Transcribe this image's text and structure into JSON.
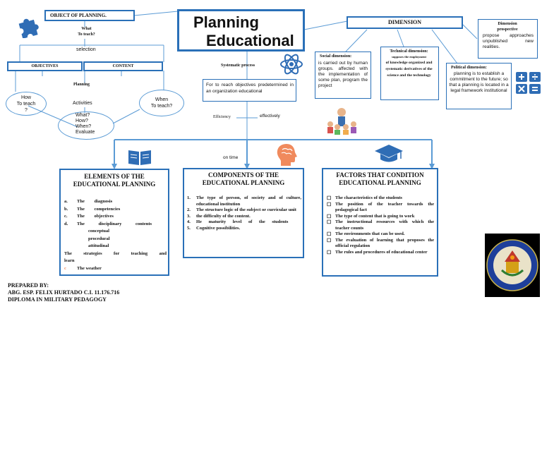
{
  "title": {
    "line1": "Planning",
    "line2": "Educational"
  },
  "object": {
    "heading": "OBJECT OF PLANNING.",
    "question": "What\nTo teach?",
    "selection": "selection",
    "objectives": "OBJECTIVES",
    "content": "CONTENT",
    "planning": "Planning",
    "how": "How\nTo teach\n?",
    "activities": "Activities",
    "when": "When\nTo teach?",
    "summary": "What?\nHow?\nWhen?\nEvaluate"
  },
  "center": {
    "systematic": "Systematic process",
    "purpose": "For to reach objectives predetermined in an organization educational",
    "efficiency": "Efficiency",
    "effectively": "effectively",
    "on_time": "on time"
  },
  "dimension": {
    "heading": "DIMENSION",
    "prospective": {
      "title": "Dimension prospective",
      "text": "propose approaches unpublished new realities."
    },
    "social": {
      "title": "Social dimension:",
      "text": "is carried out by human groups. affected with the implementation of some plan, program the project"
    },
    "technical": {
      "title": "Technical dimension:",
      "subtitle": "supposes the employment",
      "text": "of knowledge organized and systematic derivatives of the science and the technology"
    },
    "political": {
      "title": "Political dimension:",
      "text": "planning is to establish a commitment to the future; so that a planning is located in a legal framework institutional"
    }
  },
  "elements": {
    "title": "ELEMENTS OF THE EDUCATIONAL PLANNING",
    "items": [
      {
        "marker": "a.",
        "text": "The diagnosis"
      },
      {
        "marker": "b.",
        "text": "The competencies"
      },
      {
        "marker": "c.",
        "text": "The objectives"
      },
      {
        "marker": "d.",
        "text": "The disciplinary contents"
      }
    ],
    "sub_items": [
      "conceptual",
      "procedural",
      "attitudinal"
    ],
    "strategies": "The strategies for teaching and learn",
    "last": {
      "marker": "c",
      "text": "The weather"
    }
  },
  "components": {
    "title": "COMPONENTS OF THE EDUCATIONAL PLANNING",
    "items": [
      {
        "marker": "1.",
        "text": "The type of person, of society and of culture, educational institution"
      },
      {
        "marker": "2.",
        "text": "The structure logic of the subject or curricular unit"
      },
      {
        "marker": "3.",
        "text": "the difficulty of the content."
      },
      {
        "marker": "4.",
        "text": "He maturity level of the students"
      },
      {
        "marker": "5.",
        "text": "Cognitive possibilities."
      }
    ]
  },
  "factors": {
    "title": "FACTORS THAT CONDITION EDUCATIONAL PLANNING",
    "items": [
      "The characteristics of the students",
      "The position of the teacher towards the pedagogical fact",
      "The type of content that is going to work",
      "The instructional resources with which the teacher counts",
      "The environments that can be used.",
      "The evaluation of learning that proposes the official regulation",
      "The rules and procedures of educational center"
    ]
  },
  "credits": {
    "line1": "PREPARED BY:",
    "line2": "ABG. ESP. FELIX HURTADO C.I. 11.176.716",
    "line3": "DIPLOMA IN MILITARY PEDAGOGY"
  },
  "icons": [
    "puzzle-icon",
    "atom-icon",
    "book-icon",
    "brain-head-icon",
    "graduation-cap-icon",
    "math-operators-icon",
    "students-icon",
    "university-seal"
  ],
  "colors": {
    "border": "#2a70b8",
    "arrow": "#5b9bd5",
    "icon_blue": "#2f6db5",
    "icon_orange": "#f08a5d"
  }
}
